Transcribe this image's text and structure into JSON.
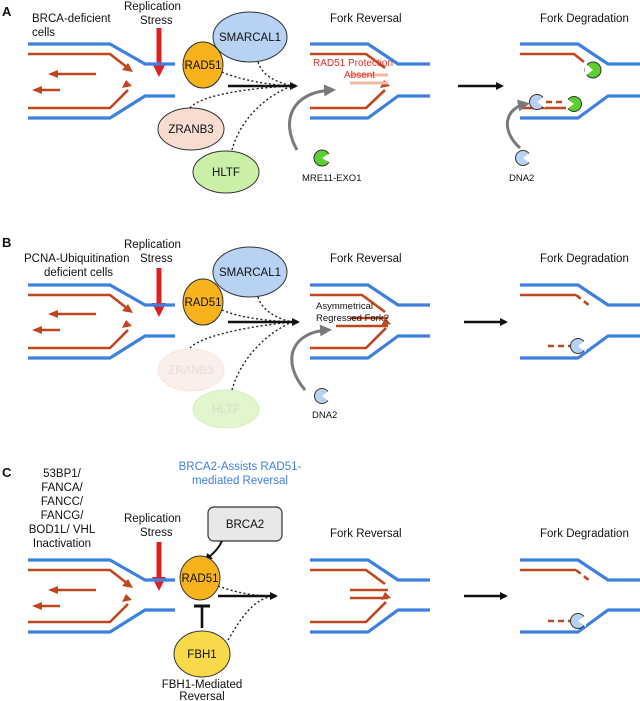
{
  "panel_a": {
    "letter": "A",
    "condition": [
      "BRCA-deficient",
      "cells"
    ],
    "stress": [
      "Replication",
      "Stress"
    ],
    "proteins": {
      "smarcal1": "SMARCAL1",
      "rad51": "RAD51",
      "zranb3": "ZRANB3",
      "hltf": "HLTF"
    },
    "reversal_title": "Fork Reversal",
    "protection": [
      "RAD51 Protection",
      "Absent"
    ],
    "nuclease_left": "MRE11-EXO1",
    "degradation_title": "Fork Degradation",
    "nuclease_right": "DNA2"
  },
  "panel_b": {
    "letter": "B",
    "condition": [
      "PCNA-Ubiquitination",
      "deficient cells"
    ],
    "stress": [
      "Replication",
      "Stress"
    ],
    "proteins": {
      "smarcal1": "SMARCAL1",
      "rad51": "RAD51",
      "zranb3": "ZRANB3",
      "hltf": "HLTF"
    },
    "reversal_title": "Fork Reversal",
    "asym": [
      "Asymmetrical",
      "Regressed Fork?"
    ],
    "nuclease": "DNA2",
    "degradation_title": "Fork Degradation"
  },
  "panel_c": {
    "letter": "C",
    "condition": [
      "53BP1/",
      "FANCA/",
      "FANCC/",
      "FANCG/",
      "BOD1L/ VHL",
      "Inactivation"
    ],
    "stress": [
      "Replication",
      "Stress"
    ],
    "brca2_note": [
      "BRCA2-Assists RAD51-",
      "mediated Reversal"
    ],
    "brca2": "BRCA2",
    "rad51": "RAD51",
    "fbh1": "FBH1",
    "fbh1_note": [
      "FBH1-Mediated",
      "Reversal"
    ],
    "reversal_title": "Fork Reversal",
    "degradation_title": "Fork Degradation"
  },
  "colors": {
    "dna_parental": "#3f7fe0",
    "dna_nascent": "#c0461d",
    "stress_arrow": "#e02020",
    "smarcal1": "#b7d2f2",
    "rad51": "#f7b21c",
    "zranb3": "#f8dcd0",
    "hltf": "#c9f0a6",
    "mre11_exo1": "#5bd12f",
    "dna2": "#b7d2f2",
    "brca2": "#e8e8e8",
    "fbh1": "#f7d94a",
    "brca2_note": "#3f7fe0",
    "protection": "#e0302a"
  }
}
